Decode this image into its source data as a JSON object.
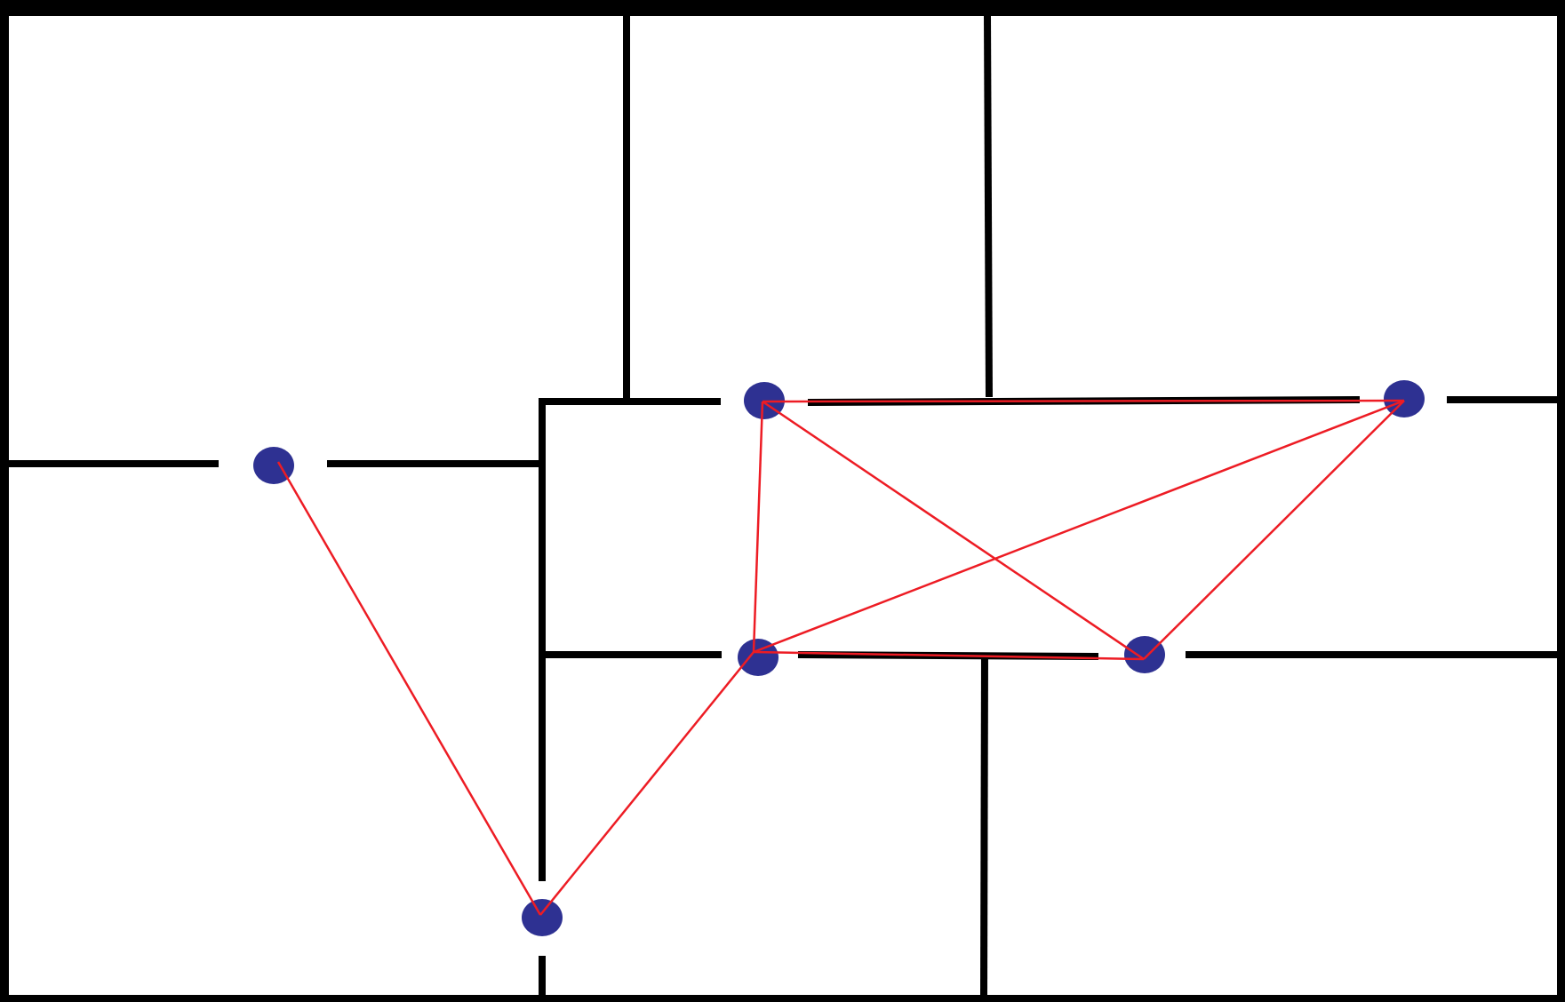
{
  "colors": {
    "background": "#ffffff",
    "frame": "#000000",
    "walls": "#000000",
    "door_nodes": "#2e3192",
    "connections": "#ed1c24"
  },
  "nodes": [
    {
      "id": "door-1"
    },
    {
      "id": "door-2"
    },
    {
      "id": "door-3"
    },
    {
      "id": "door-4"
    },
    {
      "id": "door-5"
    },
    {
      "id": "door-6"
    }
  ],
  "edges": [
    [
      "door-1",
      "door-6"
    ],
    [
      "door-6",
      "door-3"
    ],
    [
      "door-2",
      "door-3"
    ],
    [
      "door-2",
      "door-4"
    ],
    [
      "door-2",
      "door-5"
    ],
    [
      "door-3",
      "door-4"
    ],
    [
      "door-3",
      "door-5"
    ],
    [
      "door-4",
      "door-5"
    ]
  ]
}
